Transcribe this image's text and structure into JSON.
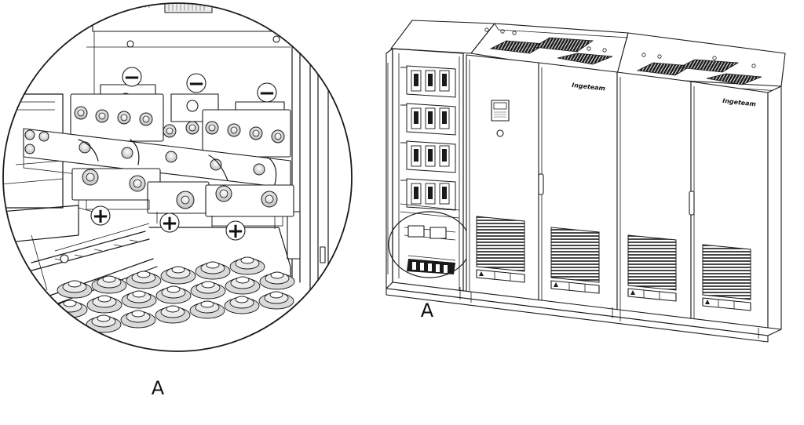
{
  "labels": {
    "detail_callout": "A",
    "cabinet_callout": "A",
    "brand": "Ingeteam"
  },
  "terminals": {
    "negative": [
      "−",
      "−",
      "−"
    ],
    "positive": [
      "+",
      "+",
      "+"
    ]
  }
}
